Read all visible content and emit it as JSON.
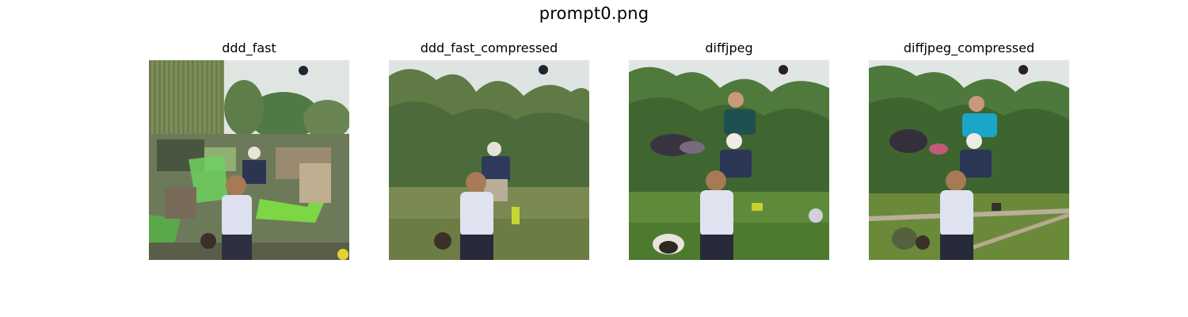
{
  "figure": {
    "title": "prompt0.png"
  },
  "panels": [
    {
      "title": "ddd_fast"
    },
    {
      "title": "ddd_fast_compressed"
    },
    {
      "title": "diffjpeg"
    },
    {
      "title": "diffjpeg_compressed"
    }
  ]
}
